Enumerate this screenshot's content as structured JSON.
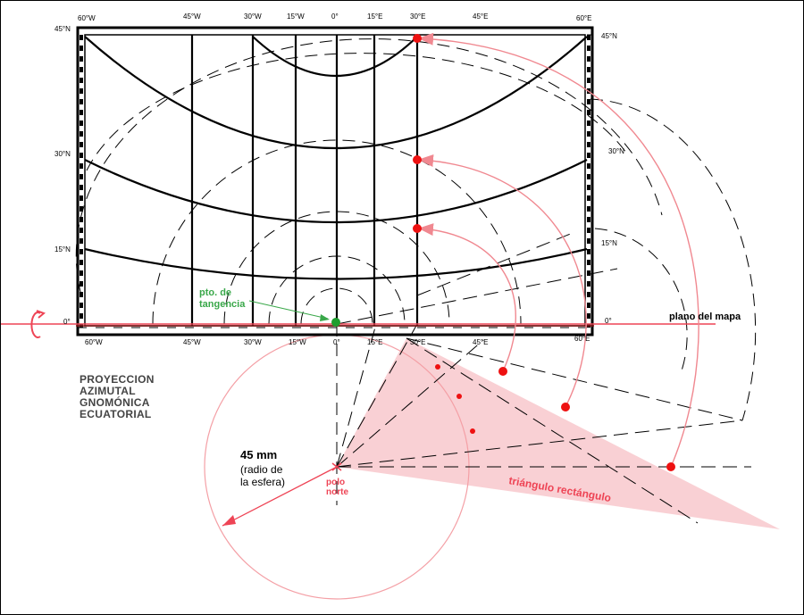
{
  "top_longitudes": [
    "60°W",
    "45°W",
    "30°W",
    "15°W",
    "0°",
    "15°E",
    "30°E",
    "45°E",
    "60°E"
  ],
  "bottom_longitudes": [
    "60°W",
    "45°W",
    "30°W",
    "15°W",
    "0°",
    "15°E",
    "30°E",
    "45°E",
    "60°E"
  ],
  "left_latitudes": [
    "45°N",
    "30°N",
    "15°N",
    "0°"
  ],
  "right_latitudes": [
    "45°N",
    "30°N",
    "15°N",
    "0°"
  ],
  "title_lines": [
    "PROYECCION",
    "AZIMUTAL",
    "GNOMÓNICA",
    "ECUATORIAL"
  ],
  "tangency_label": [
    "pto. de",
    "tangencia"
  ],
  "map_plane_label": "plano del mapa",
  "radius_value": "45 mm",
  "radius_note": [
    "(radio de",
    "la esfera)"
  ],
  "pole_label": [
    "polo",
    "norte"
  ],
  "triangle_label": "triángulo rectángulo",
  "colors": {
    "red": "#ee4455",
    "pink": "#f4a0a6",
    "triangle": "#f8c8cc",
    "green": "#2e9e3e",
    "ink": "#000000"
  }
}
